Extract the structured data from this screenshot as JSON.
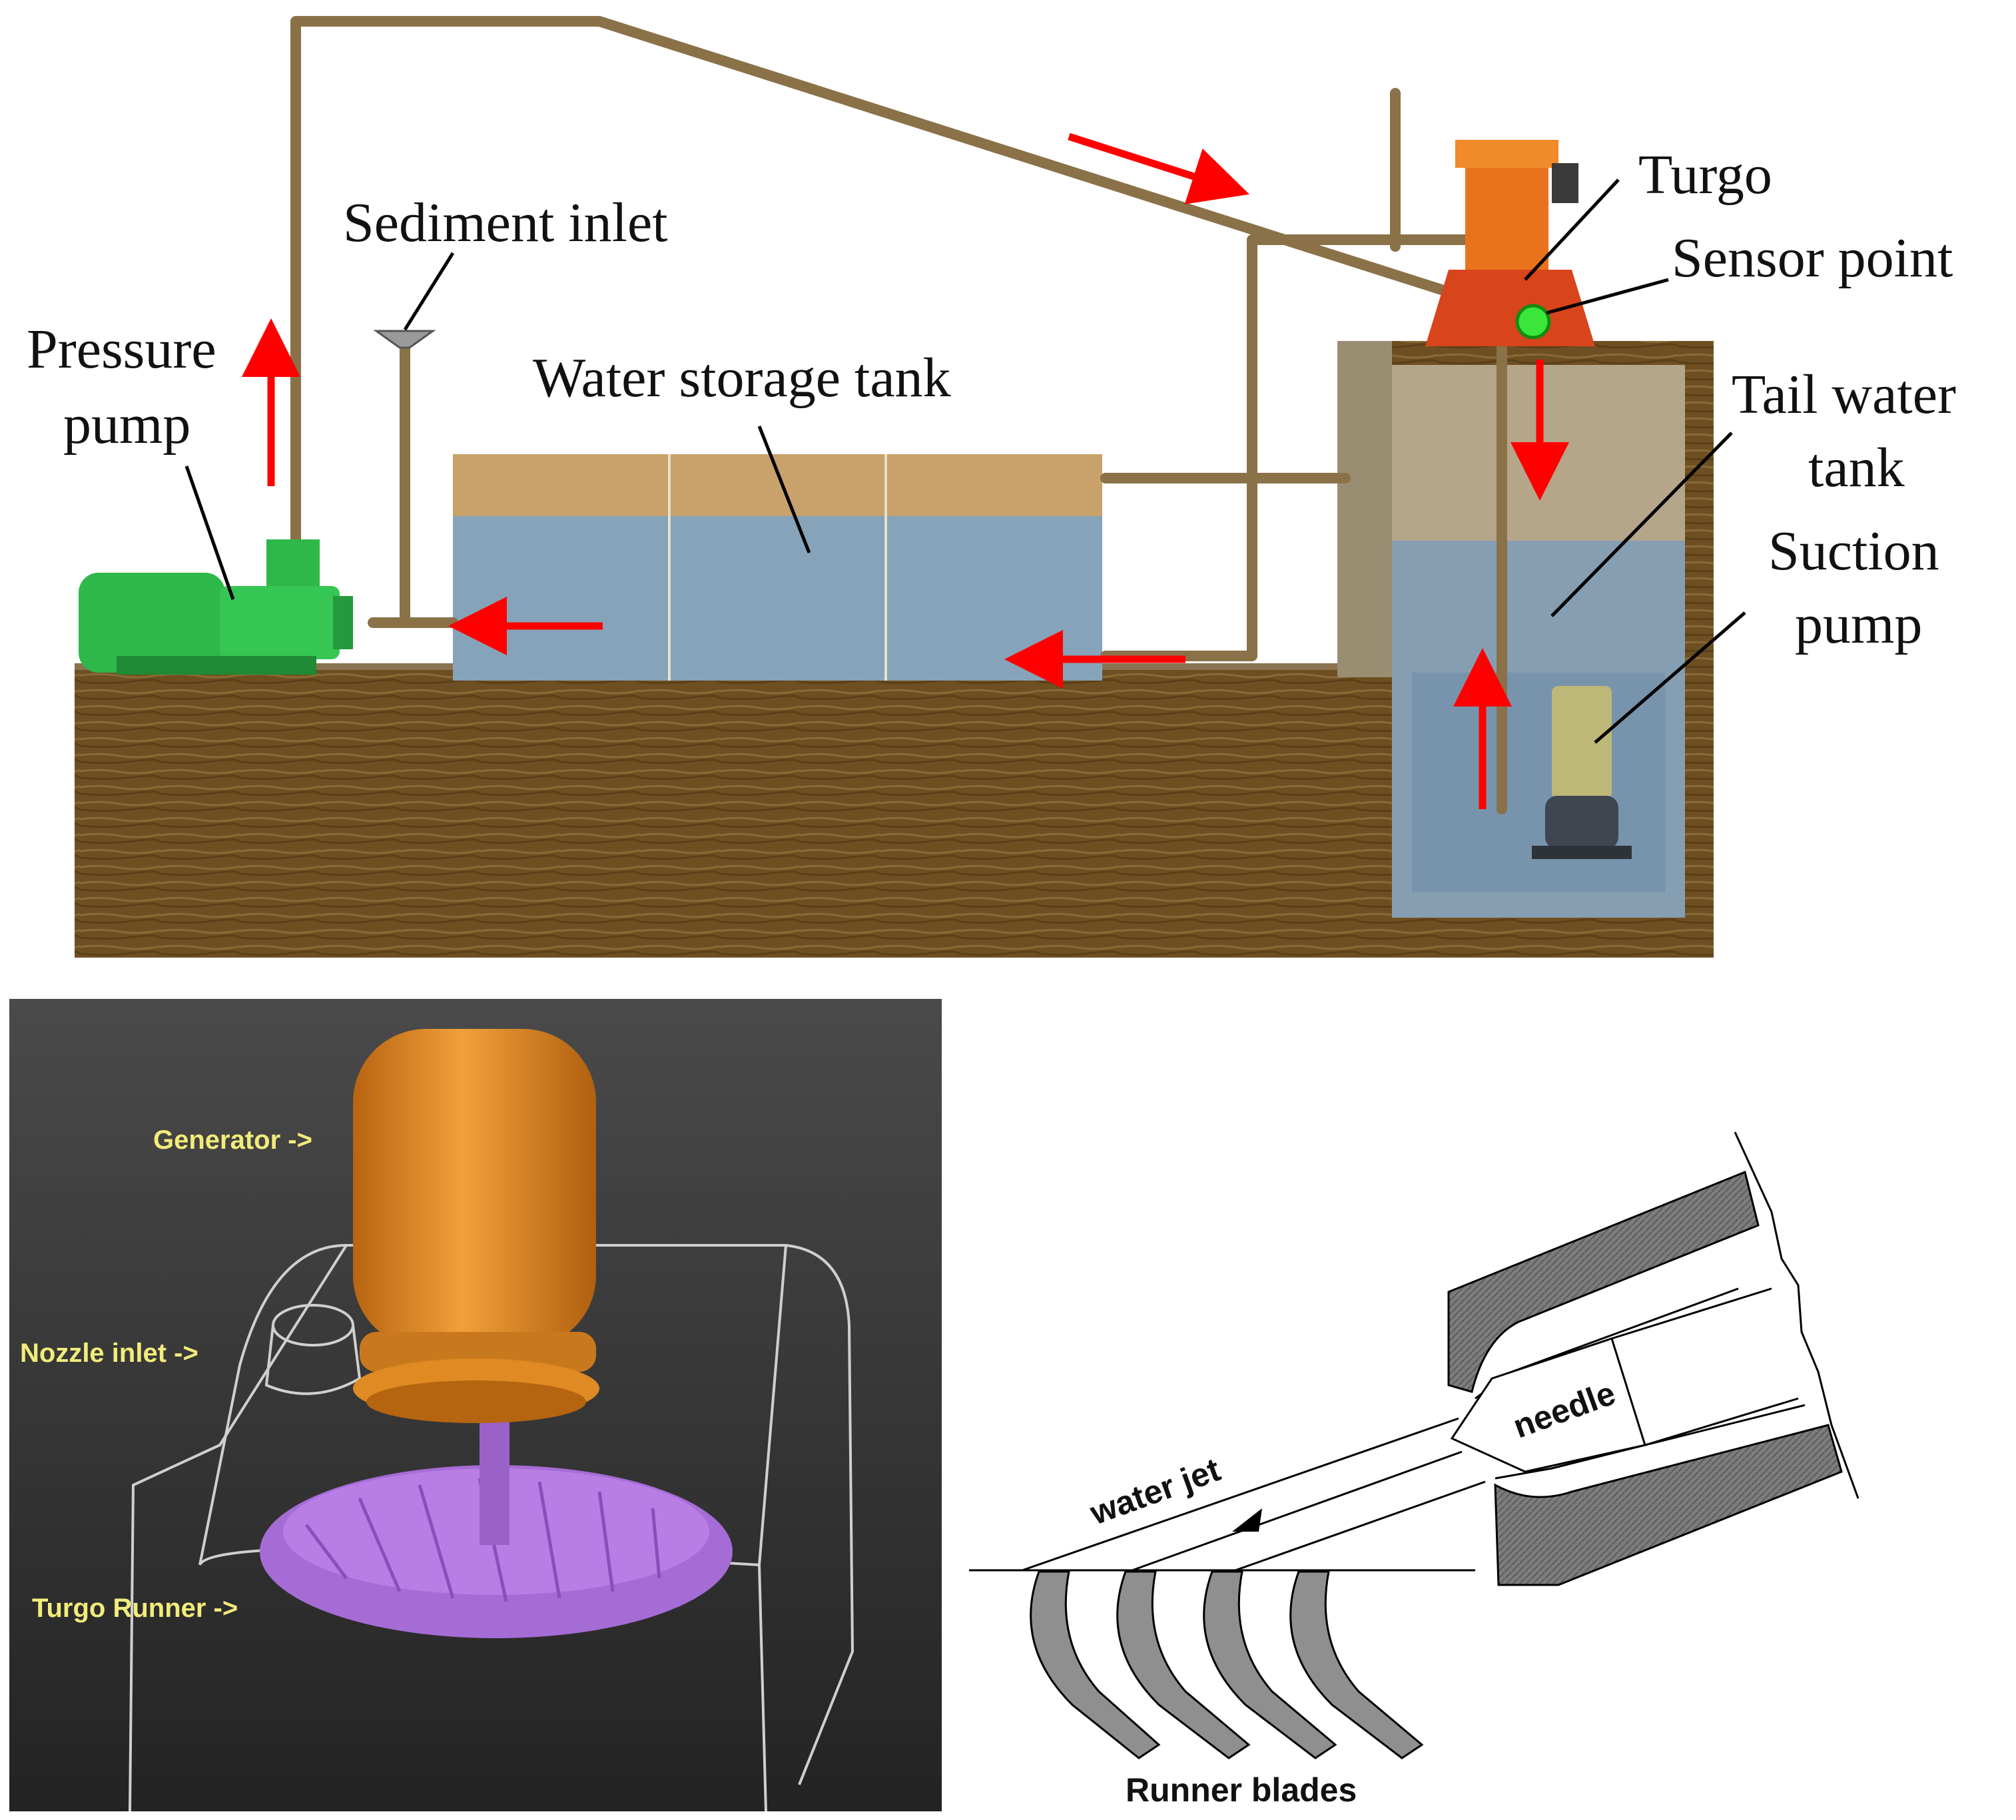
{
  "system_labels": {
    "sediment_inlet": "Sediment inlet",
    "pressure_pump_line1": "Pressure",
    "pressure_pump_line2": "pump",
    "water_storage_tank": "Water storage tank",
    "turgo": "Turgo",
    "sensor_point": "Sensor point",
    "tail_water_line1": "Tail water",
    "tail_water_line2": "tank",
    "suction_line1": "Suction",
    "suction_line2": "pump"
  },
  "turbine_labels": {
    "generator": "Generator ->",
    "nozzle_inlet": "Nozzle inlet ->",
    "turgo_runner": "Turgo Runner ->"
  },
  "nozzle_labels": {
    "needle": "needle",
    "water_jet": "water jet",
    "runner_blades": "Runner blades"
  },
  "colors": {
    "ground": "#6e4f22",
    "pipe": "#8a7148",
    "tank_water": "#7f9db6",
    "pump_green": "#2fb84a",
    "turgo_orange": "#e8731c",
    "sensor_green": "#39e639",
    "flow_arrow": "#ff0000",
    "render_bg": "#3a3a3a",
    "generator": "#d9821a",
    "runner": "#b87ee6",
    "label_yellow": "#f2ec7a"
  }
}
